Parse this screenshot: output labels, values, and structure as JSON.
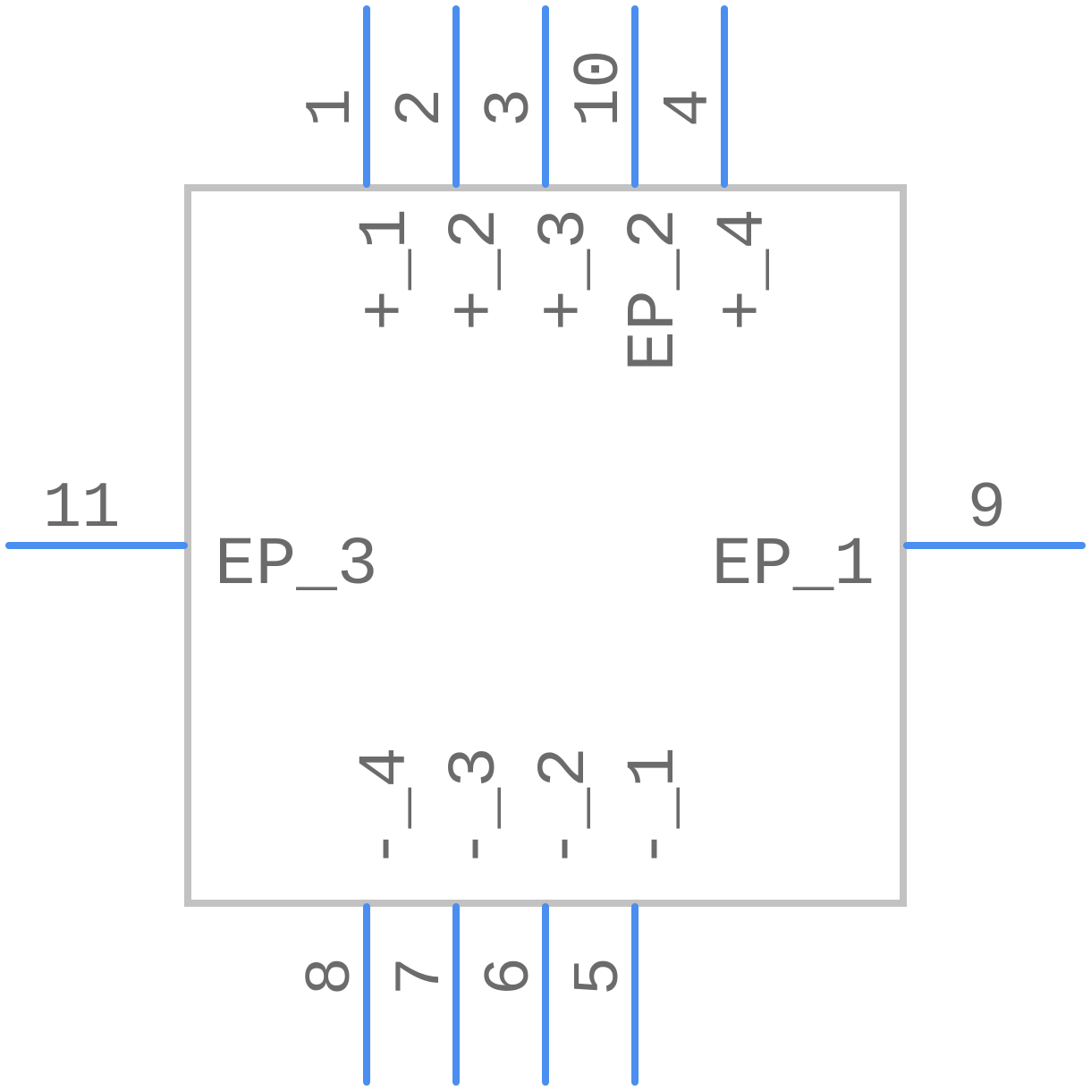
{
  "pins": {
    "top": [
      {
        "number": "1",
        "name": "+_1"
      },
      {
        "number": "2",
        "name": "+_2"
      },
      {
        "number": "3",
        "name": "+_3"
      },
      {
        "number": "10",
        "name": "EP_2"
      },
      {
        "number": "4",
        "name": "+_4"
      }
    ],
    "bottom": [
      {
        "number": "8",
        "name": "-_4"
      },
      {
        "number": "7",
        "name": "-_3"
      },
      {
        "number": "6",
        "name": "-_2"
      },
      {
        "number": "5",
        "name": "-_1"
      }
    ],
    "left": [
      {
        "number": "11",
        "name": "EP_3"
      }
    ],
    "right": [
      {
        "number": "9",
        "name": "EP_1"
      }
    ]
  },
  "colors": {
    "pin": "#4a8ef0",
    "outline": "#c2c2c2",
    "text": "#6b6b6b"
  }
}
